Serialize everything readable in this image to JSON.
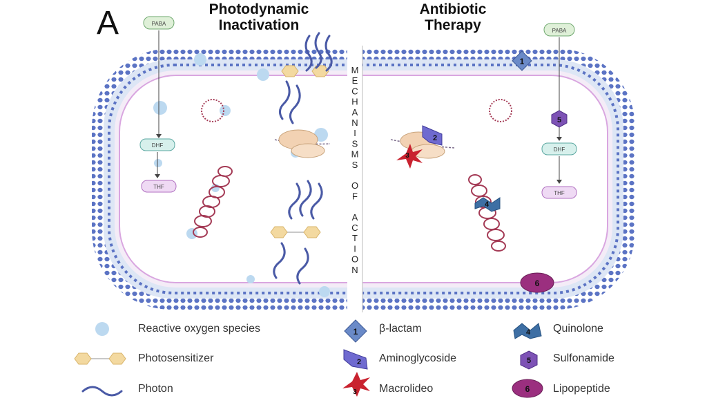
{
  "panel_label": "A",
  "headings": {
    "left_line1": "Photodynamic",
    "left_line2": "Inactivation",
    "right_line1": "Antibiotic",
    "right_line2": "Therapy"
  },
  "divider_text": "MECHANISMS OF ACTION",
  "pathway": {
    "paba": "PABA",
    "dhf": "DHF",
    "thf": "THF"
  },
  "markers": {
    "beta_lactam": "1",
    "aminoglycoside": "2",
    "macrolide": "3",
    "quinolone": "4",
    "sulfonamide": "5",
    "lipopeptide": "6"
  },
  "legend": {
    "ros": "Reactive oxygen species",
    "photosensitizer": "Photosensitizer",
    "photon": "Photon",
    "beta_lactam": "β-lactam",
    "aminoglycoside": "Aminoglycoside",
    "macrolide": "Macrolideo",
    "quinolone": "Quinolone",
    "sulfonamide": "Sulfonamide",
    "lipopeptide": "Lipopeptide"
  },
  "colors": {
    "membrane_blue": "#5b73c4",
    "ros": "#bcd9f0",
    "photosensitizer": "#f3d9a0",
    "photon": "#4a5aa6",
    "dna": "#a43a55",
    "inner_membrane": "#d9a6e0",
    "beta_lactam": "#6a8ac8",
    "aminoglycoside": "#6f6ad0",
    "macrolide": "#c9222f",
    "quinolone": "#3e6fa4",
    "sulfonamide": "#7d52b5",
    "lipopeptide": "#9b2f7f"
  }
}
